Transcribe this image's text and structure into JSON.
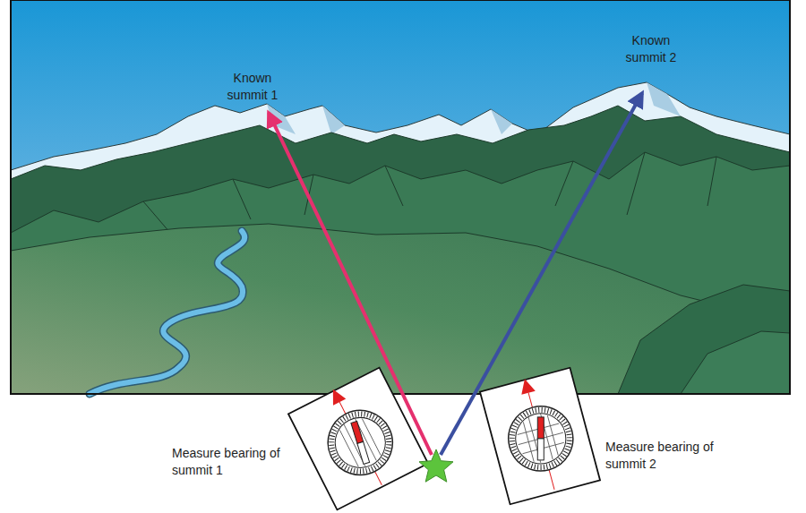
{
  "diagram": {
    "labels": [
      "Known summit 1",
      "Known summit 2",
      "Measure bearing of summit 1",
      "Measure bearing of summit 2"
    ]
  }
}
